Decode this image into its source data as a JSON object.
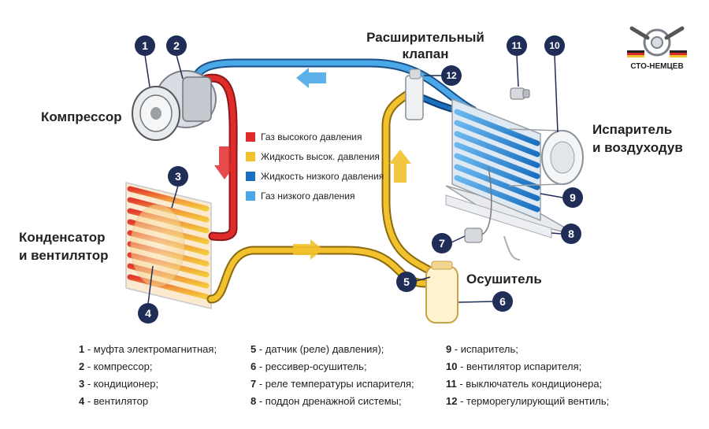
{
  "labels": {
    "compressor": "Компрессор",
    "expansion_valve": [
      "Расширительный",
      "клапан"
    ],
    "evaporator": [
      "Испаритель",
      "и воздуходув"
    ],
    "condenser": [
      "Конденсатор",
      "и вентилятор"
    ],
    "dryer": "Осушитель"
  },
  "badges": [
    "1",
    "2",
    "3",
    "4",
    "5",
    "6",
    "7",
    "8",
    "9",
    "10",
    "11",
    "12"
  ],
  "legend": [
    {
      "label": "Газ высокого давления",
      "color": "#e02b2b"
    },
    {
      "label": "Жидкость высок. давления",
      "color": "#f2c12e"
    },
    {
      "label": "Жидкость низкого давления",
      "color": "#1a6fbf"
    },
    {
      "label": "Газ низкого давления",
      "color": "#4aa8e8"
    }
  ],
  "parts": [
    [
      {
        "num": "1",
        "text": " - муфта электромагнитная;"
      },
      {
        "num": "2",
        "text": " - компрессор;"
      },
      {
        "num": "3",
        "text": " - кондиционер;"
      },
      {
        "num": "4",
        "text": " - вентилятор"
      }
    ],
    [
      {
        "num": "5",
        "text": " - датчик (реле) давления);"
      },
      {
        "num": "6",
        "text": " - рессивер-осушитель;"
      },
      {
        "num": "7",
        "text": " - реле температуры испарителя;"
      },
      {
        "num": "8",
        "text": " - поддон дренажной системы;"
      }
    ],
    [
      {
        "num": "9",
        "text": " - испаритель;"
      },
      {
        "num": "10",
        "text": " - вентилятор испарителя;"
      },
      {
        "num": "11",
        "text": " - выключатель кондиционера;"
      },
      {
        "num": "12",
        "text": " - терморегулирующий вентиль;"
      }
    ]
  ],
  "logo": {
    "text": "СТО-НЕМЦЕВ"
  }
}
